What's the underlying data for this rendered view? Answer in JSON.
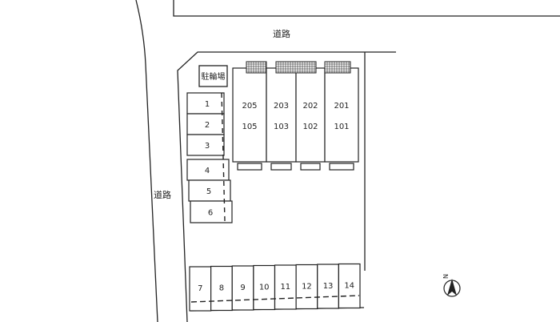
{
  "roads": {
    "top": "道路",
    "left": "道路"
  },
  "bicycle_parking": "駐輪場",
  "buildings": [
    {
      "upper": "205",
      "lower": "105"
    },
    {
      "upper": "203",
      "lower": "103"
    },
    {
      "upper": "202",
      "lower": "102"
    },
    {
      "upper": "201",
      "lower": "101"
    }
  ],
  "parking_left": [
    "1",
    "2",
    "3",
    "4",
    "5",
    "6"
  ],
  "parking_bottom": [
    "7",
    "8",
    "9",
    "10",
    "11",
    "12",
    "13",
    "14"
  ],
  "north_label": "N",
  "colors": {
    "line": "#222222",
    "background": "#ffffff"
  }
}
